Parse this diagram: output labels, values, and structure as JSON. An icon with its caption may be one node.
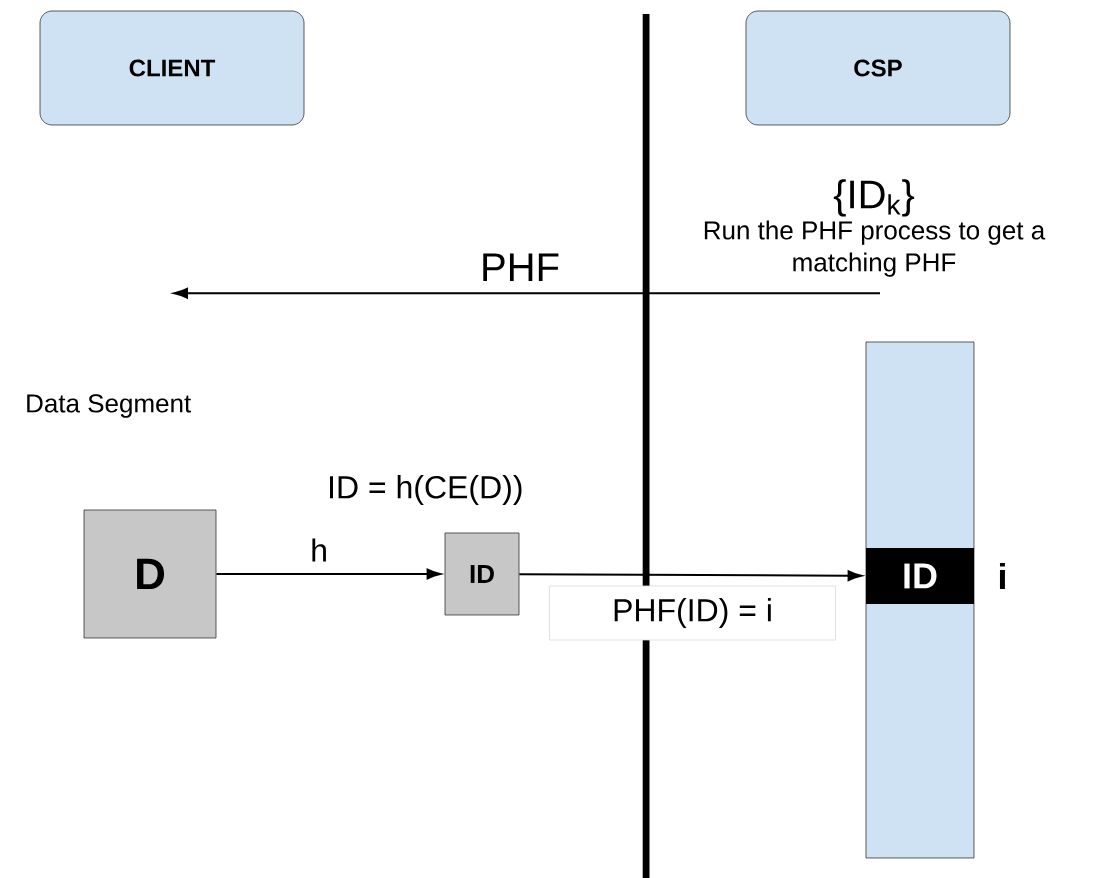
{
  "diagram": {
    "nodes": [
      {
        "text": [
          "CLIENT"
        ]
      },
      {
        "text": [
          "CSP"
        ]
      },
      {
        "text": [
          "{ID$_{k}$}",
          "Run the PHF process to get a matching PHF"
        ]
      },
      {
        "text": [
          "D"
        ]
      },
      {
        "text": [
          "ID"
        ]
      },
      {
        "text": [],
        "shape": "bar"
      },
      {
        "text": [
          "ID"
        ],
        "in": 5,
        "beside": [
          "i"
        ]
      }
    ],
    "edges": [
      {
        "from": 2,
        "to": null,
        "arrow": "to",
        "label": "PHF"
      },
      {
        "from": 3,
        "to": 4,
        "arrow": "to",
        "label": "h"
      },
      {
        "from": 4,
        "to": 6,
        "arrow": "to",
        "label": "PHF(ID) = i"
      }
    ],
    "labels": [
      "Data Segment",
      "ID = h(CE(D))"
    ]
  }
}
